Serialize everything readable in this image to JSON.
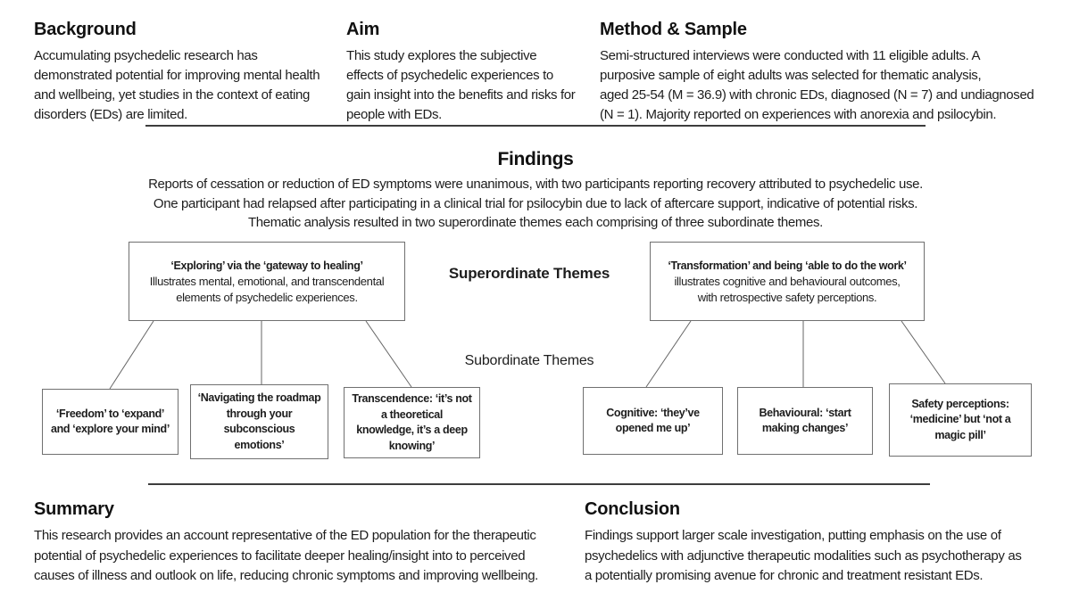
{
  "page": {
    "background_color": "#ffffff",
    "text_color": "#1d1d1d",
    "box_border_color": "#707070",
    "connector_color": "#666666",
    "divider_color": "#3d3d3d"
  },
  "sections": {
    "background": {
      "title": "Background",
      "lines": [
        "Accumulating psychedelic research has",
        "demonstrated potential for improving mental health",
        "and wellbeing, yet studies in the context of eating",
        "disorders (EDs) are limited."
      ]
    },
    "aim": {
      "title": "Aim",
      "lines": [
        "This study explores the subjective",
        "effects of psychedelic experiences to",
        "gain insight into the benefits and risks for",
        "people with EDs."
      ]
    },
    "method": {
      "title": "Method & Sample",
      "lines": [
        "Semi-structured interviews were conducted with 11 eligible adults. A",
        "purposive sample of eight adults was selected for thematic analysis,",
        "aged 25-54 (M = 36.9) with chronic EDs, diagnosed (N = 7) and undiagnosed",
        "(N = 1). Majority reported on experiences with anorexia and psilocybin."
      ]
    },
    "findings": {
      "title": "Findings",
      "lines": [
        "Reports of cessation or reduction of ED symptoms were unanimous, with two participants reporting recovery attributed to psychedelic use.",
        "One participant had relapsed after participating in a clinical trial for psilocybin due to lack of aftercare support, indicative of potential risks.",
        "Thematic analysis resulted in two superordinate themes each comprising of three subordinate themes."
      ]
    },
    "summary": {
      "title": "Summary",
      "lines": [
        "This research provides an account representative of the ED population for the therapeutic",
        "potential of psychedelic experiences to facilitate deeper healing/insight into to perceived",
        "causes of illness and outlook on life, reducing chronic symptoms and improving wellbeing."
      ]
    },
    "conclusion": {
      "title": "Conclusion",
      "lines": [
        "Findings support larger scale investigation, putting emphasis on the use of",
        "psychedelics with adjunctive therapeutic modalities such as psychotherapy as",
        "a potentially promising avenue for chronic and treatment resistant EDs."
      ]
    }
  },
  "diagram": {
    "superordinate_label": "Superordinate Themes",
    "subordinate_label": "Subordinate Themes",
    "superordinate_themes": [
      {
        "title": "‘Exploring’ via the ‘gateway to healing’",
        "description_lines": [
          "Illustrates mental, emotional, and transcendental",
          "elements of psychedelic experiences."
        ]
      },
      {
        "title": "‘Transformation’ and being ‘able to do the work’",
        "description_lines": [
          "illustrates cognitive and behavioural outcomes,",
          "with retrospective safety perceptions."
        ]
      }
    ],
    "subordinate_themes": [
      {
        "lines": [
          "‘Freedom’ to ‘expand’",
          "and ‘explore your mind’"
        ]
      },
      {
        "lines": [
          "‘Navigating the roadmap",
          "through your",
          "subconscious",
          "emotions’"
        ]
      },
      {
        "lines": [
          "Transcendence: ‘it’s not",
          "a theoretical",
          "knowledge, it’s a deep",
          "knowing’"
        ]
      },
      {
        "lines": [
          "Cognitive: ‘they’ve",
          "opened me up’"
        ]
      },
      {
        "lines": [
          "Behavioural: ‘start",
          "making changes’"
        ]
      },
      {
        "lines": [
          "Safety perceptions:",
          "‘medicine’ but ‘not a",
          "magic pill’"
        ]
      }
    ]
  }
}
